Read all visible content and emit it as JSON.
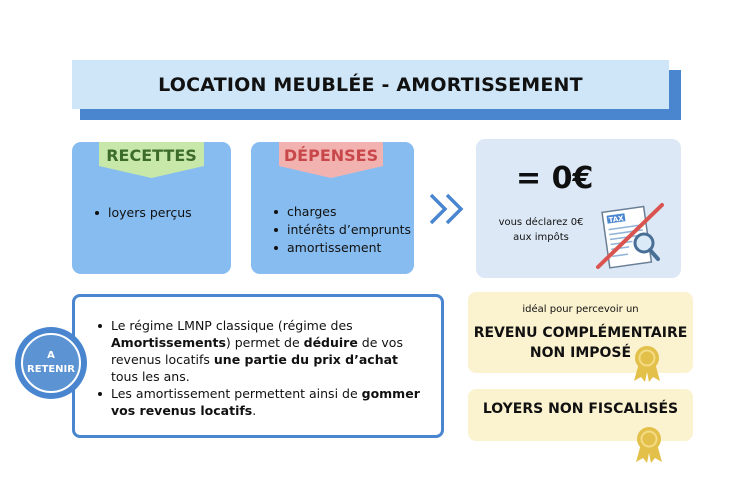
{
  "title": "LOCATION MEUBLÉE - AMORTISSEMENT",
  "recettes": {
    "label": "RECETTES",
    "items": [
      "loyers perçus"
    ]
  },
  "depenses": {
    "label": "DÉPENSES",
    "items": [
      "charges",
      "intérêts d’emprunts",
      "amortissement"
    ]
  },
  "result": {
    "value": "= 0€",
    "caption": "vous déclarez 0€ aux impôts",
    "tax_label": "TAX"
  },
  "retenir": {
    "badge_line1": "A",
    "badge_line2": "RETENIR",
    "point1": {
      "t1": "Le régime LMNP classique (régime des ",
      "b1": "Amortissements",
      "t2": ") permet de ",
      "b2": "déduire",
      "t3": " de vos revenus locatifs ",
      "b3": "une partie du prix d’achat",
      "t4": " tous les ans."
    },
    "point2": {
      "t1": "Les amortissement permettent ainsi de ",
      "b1": "gommer vos revenus locatifs",
      "t2": "."
    }
  },
  "revenu": {
    "small": "idéal pour percevoir un",
    "line1": "REVENU COMPLÉMENTAIRE",
    "line2": "NON IMPOSÉ"
  },
  "loyers": {
    "title": "LOYERS NON FISCALISÉS"
  },
  "colors": {
    "blue_card": "#86bcef",
    "dark_blue": "#4a86cf",
    "light_blue": "#cfe6f8",
    "green_tab": "#c7e8a9",
    "red_tab": "#f2b3b0",
    "yellow_card": "#fbf2cf",
    "medal_gold": "#e3c049"
  },
  "icons": {
    "arrows": "double-chevron-right-icon",
    "tax": "tax-document-magnifier-icon",
    "medal": "award-medal-icon"
  }
}
